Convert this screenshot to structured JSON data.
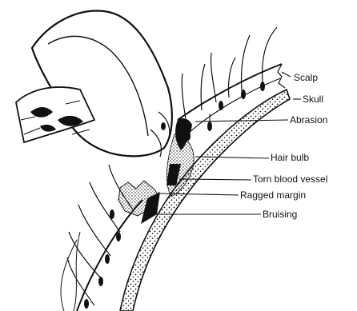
{
  "diagram": {
    "labels": {
      "scalp": "Scalp",
      "skull": "Skull",
      "abrasion": "Abrasion",
      "hair_bulb": "Hair bulb",
      "torn_blood_vessel": "Torn blood vessel",
      "ragged_margin": "Ragged margin",
      "bruising": "Bruising"
    },
    "colors": {
      "ink": "#111111",
      "paper": "#ffffff"
    }
  }
}
